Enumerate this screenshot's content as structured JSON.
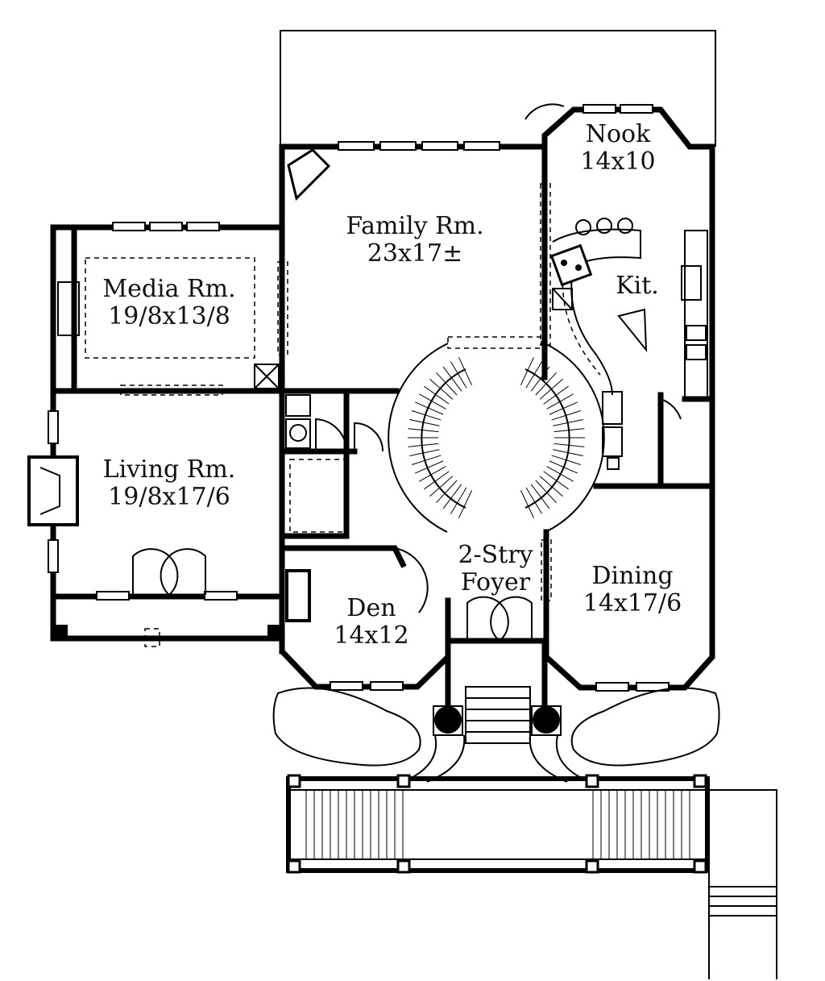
{
  "rooms": {
    "nook": {
      "name": "Nook",
      "size": "14x10"
    },
    "family": {
      "name": "Family Rm.",
      "size": "23x17±"
    },
    "kitchen": {
      "name": "Kit."
    },
    "media": {
      "name": "Media Rm.",
      "size": "19/8x13/8"
    },
    "living": {
      "name": "Living Rm.",
      "size": "19/8x17/6"
    },
    "foyer": {
      "line1": "2-Stry",
      "line2": "Foyer"
    },
    "den": {
      "name": "Den",
      "size": "14x12"
    },
    "dining": {
      "name": "Dining",
      "size": "14x17/6"
    }
  }
}
